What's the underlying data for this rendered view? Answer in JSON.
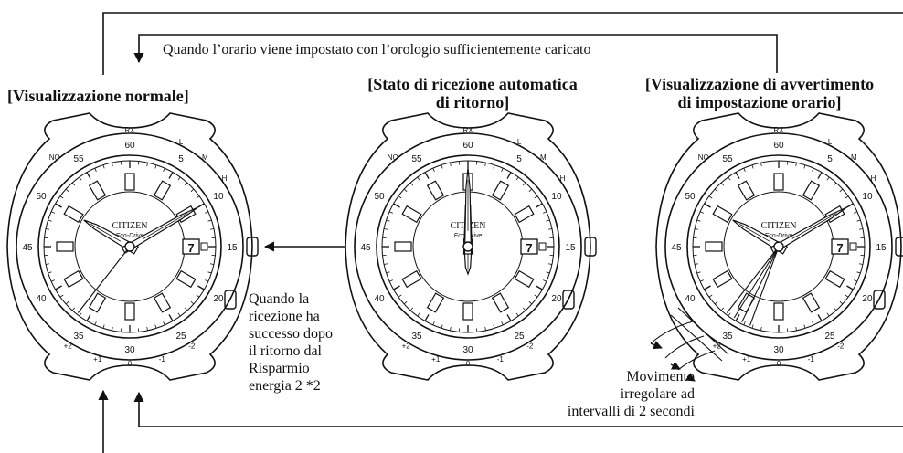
{
  "flow": {
    "top_note": "Quando l’orario viene impostato con l’orologio sufficientemente caricato",
    "middle_note_lines": [
      "Quando la",
      "ricezione ha",
      "successo dopo",
      "il ritorno dal",
      "Risparmio",
      "energia 2 *2"
    ],
    "irregular_note_lines": [
      "Movimento",
      "irregolare ad",
      "intervalli di 2 secondi"
    ]
  },
  "states": {
    "normal": {
      "title_lines": [
        "[Visualizzazione normale]"
      ]
    },
    "return": {
      "title_lines": [
        "[Stato di ricezione automatica",
        "di ritorno]"
      ]
    },
    "warning": {
      "title_lines": [
        "[Visualizzazione di avvertimento",
        "di impostazione orario]"
      ]
    }
  },
  "watch": {
    "brand": "CITIZEN",
    "model": "Eco-Drive",
    "date": "7",
    "top_marks": [
      "RX",
      "L",
      "M",
      "H",
      "NO"
    ],
    "minute_numbers": [
      "60",
      "5",
      "10",
      "15",
      "20",
      "25",
      "30",
      "35",
      "40",
      "45",
      "50",
      "55"
    ],
    "bottom_marks": [
      "+2",
      "+1",
      "0",
      "-1",
      "-2"
    ]
  }
}
